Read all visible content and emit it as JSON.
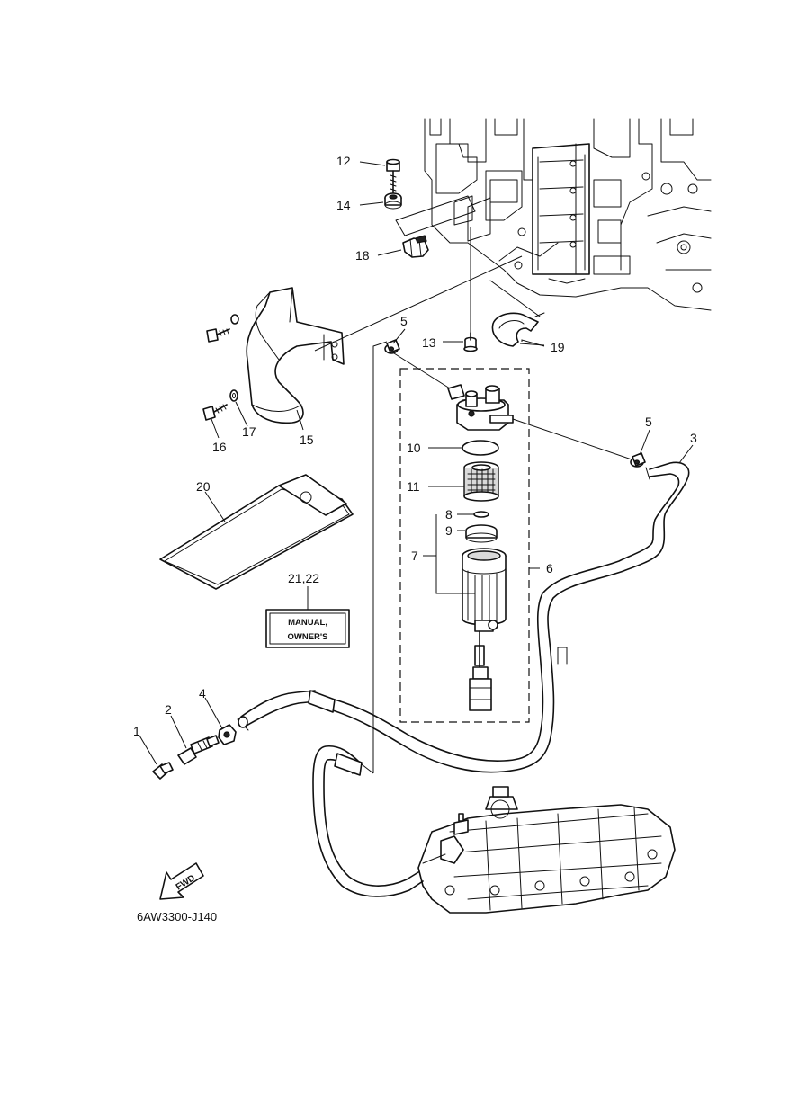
{
  "diagram_code": "6AW3300-J140",
  "manual_box": {
    "line1": "MANUAL,",
    "line2": "OWNER'S"
  },
  "fwd_label": "FWD",
  "callouts": {
    "c1": "1",
    "c2": "2",
    "c3": "3",
    "c4": "4",
    "c5a": "5",
    "c5b": "5",
    "c6": "6",
    "c7": "7",
    "c8": "8",
    "c9": "9",
    "c10": "10",
    "c11": "11",
    "c12": "12",
    "c13": "13",
    "c14": "14",
    "c15": "15",
    "c16": "16",
    "c17": "17",
    "c18": "18",
    "c19": "19",
    "c20": "20",
    "c2122": "21,22"
  }
}
